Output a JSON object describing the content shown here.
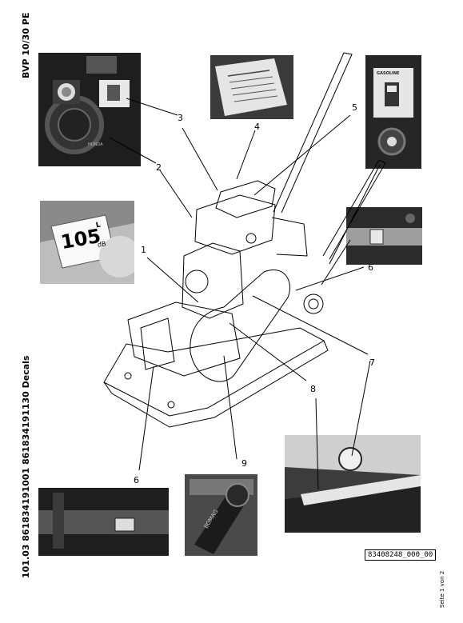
{
  "document": {
    "model_label": "BVP 10/30 PE",
    "footer_label": "101.03 861834191001 861834191130 Decals",
    "part_number": "83408248_000_00",
    "page_label": "Seite 1 von 2"
  },
  "decal_texts": {
    "noise_level_value": "105",
    "noise_unit": "dB",
    "noise_symbol": "L",
    "engine_brand": "HONDA",
    "gasoline_label": "GASOLINE",
    "belt_brand": "BOMAG"
  },
  "callouts": [
    {
      "id": "c1",
      "label": "1"
    },
    {
      "id": "c2",
      "label": "2"
    },
    {
      "id": "c3",
      "label": "3"
    },
    {
      "id": "c4",
      "label": "4"
    },
    {
      "id": "c5",
      "label": "5"
    },
    {
      "id": "c6a",
      "label": "6"
    },
    {
      "id": "c6b",
      "label": "6"
    },
    {
      "id": "c7",
      "label": "7"
    },
    {
      "id": "c8",
      "label": "8"
    },
    {
      "id": "c9",
      "label": "9"
    }
  ]
}
